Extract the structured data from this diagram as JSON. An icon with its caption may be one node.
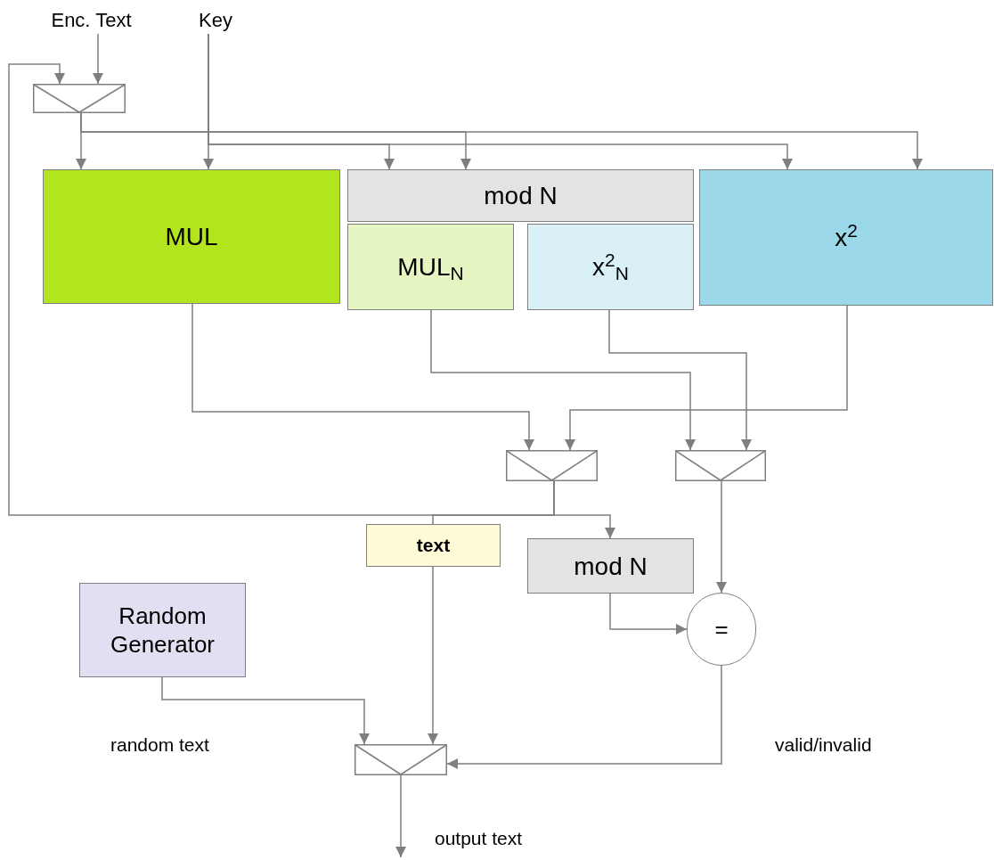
{
  "diagram": {
    "nodes": [
      {
        "text": [
          "Enc. Text"
        ]
      },
      {
        "text": [
          "Key"
        ]
      },
      {
        "text": [],
        "shape": "box"
      },
      {
        "text": [
          "MUL"
        ]
      },
      {
        "text": [
          "mod N"
        ]
      },
      {
        "text": [
          "MUL$_{N}$"
        ]
      },
      {
        "text": [
          "x$^{2}$$_{N}$"
        ]
      },
      {
        "text": [
          "x$^{2}$"
        ]
      },
      {
        "text": [],
        "shape": "box"
      },
      {
        "text": [],
        "shape": "box"
      },
      {
        "text": [
          "text"
        ]
      },
      {
        "text": [
          "mod N"
        ]
      },
      {
        "text": [
          "Random Generator"
        ]
      },
      {
        "text": [
          "="
        ]
      },
      {
        "text": [],
        "shape": "box"
      }
    ],
    "edges": [
      {
        "from": 0,
        "to": 2,
        "arrow": "to"
      },
      {
        "from": 2,
        "to": 3,
        "arrow": "to"
      },
      {
        "from": 2,
        "to": 4,
        "arrow": "to"
      },
      {
        "from": 2,
        "to": 7,
        "arrow": "to"
      },
      {
        "from": 1,
        "to": 3,
        "arrow": "to"
      },
      {
        "from": 1,
        "to": 4,
        "arrow": "to"
      },
      {
        "from": 1,
        "to": 7,
        "arrow": "to"
      },
      {
        "from": 3,
        "to": 8,
        "arrow": "to"
      },
      {
        "from": 7,
        "to": 8,
        "arrow": "to"
      },
      {
        "from": 5,
        "to": 9,
        "arrow": "to"
      },
      {
        "from": 6,
        "to": 9,
        "arrow": "to"
      },
      {
        "from": 8,
        "to": 2,
        "arrow": "to"
      },
      {
        "from": 8,
        "to": 10,
        "arrow": "none"
      },
      {
        "from": 8,
        "to": 11,
        "arrow": "to"
      },
      {
        "from": 9,
        "to": 13,
        "arrow": "to"
      },
      {
        "from": 11,
        "to": 13,
        "arrow": "to"
      },
      {
        "from": 12,
        "to": 14,
        "arrow": "to"
      },
      {
        "from": 10,
        "to": 14,
        "arrow": "to"
      },
      {
        "from": 13,
        "to": 14,
        "arrow": "to"
      },
      {
        "from": 14,
        "to": null,
        "arrow": "to"
      }
    ],
    "labels": [
      "random text",
      "valid/invalid",
      "output text"
    ]
  }
}
